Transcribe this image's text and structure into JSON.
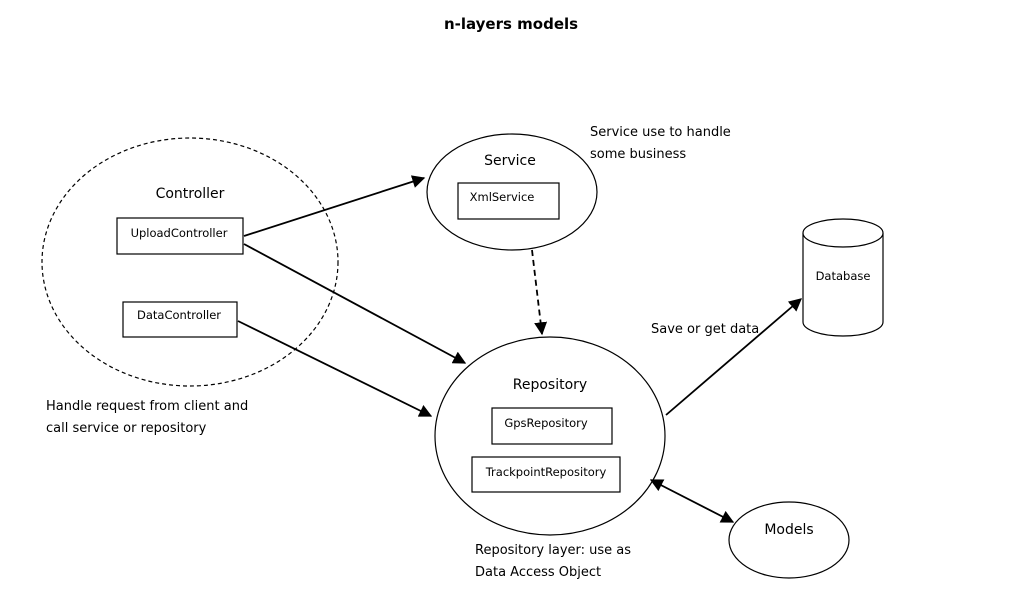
{
  "title": "n-layers models",
  "controller": {
    "label": "Controller",
    "components": [
      "UploadController",
      "DataController"
    ],
    "note": [
      "Handle request from client and",
      "call service or repository"
    ]
  },
  "service": {
    "label": "Service",
    "components": [
      "XmlService"
    ],
    "note": [
      "Service use to handle",
      "some business"
    ]
  },
  "repository": {
    "label": "Repository",
    "components": [
      "GpsRepository",
      "TrackpointRepository"
    ],
    "note": [
      "Repository layer: use as",
      "Data Access Object"
    ]
  },
  "database": {
    "label": "Database"
  },
  "models": {
    "label": "Models"
  },
  "edges": {
    "save_label": "Save or get data"
  }
}
